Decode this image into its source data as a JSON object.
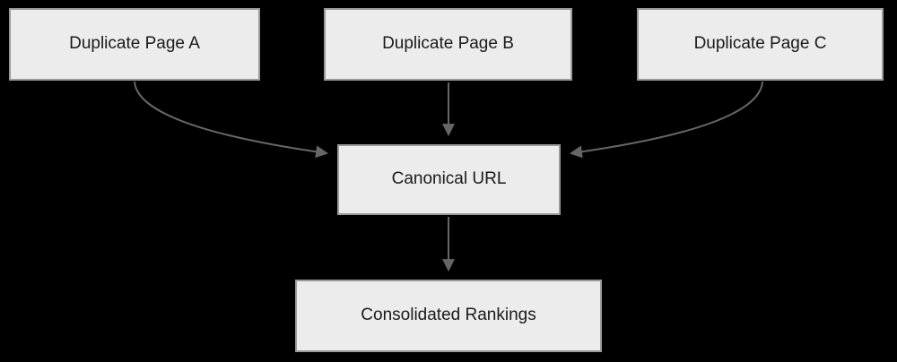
{
  "diagram": {
    "type": "flowchart",
    "direction": "top-down",
    "colors": {
      "background": "#000000",
      "node_fill": "#ececec",
      "node_border": "#9a9a9a",
      "edge": "#666666",
      "text": "#1a1a1a"
    },
    "nodes": [
      {
        "id": "A",
        "label": "Duplicate Page A"
      },
      {
        "id": "B",
        "label": "Duplicate Page B"
      },
      {
        "id": "C",
        "label": "Duplicate Page C"
      },
      {
        "id": "canonical",
        "label": "Canonical URL"
      },
      {
        "id": "rankings",
        "label": "Consolidated Rankings"
      }
    ],
    "edges": [
      {
        "from": "Duplicate Page A",
        "to": "Canonical URL",
        "style": "curved-arrow"
      },
      {
        "from": "Duplicate Page B",
        "to": "Canonical URL",
        "style": "straight-arrow"
      },
      {
        "from": "Duplicate Page C",
        "to": "Canonical URL",
        "style": "curved-arrow"
      },
      {
        "from": "Canonical URL",
        "to": "Consolidated Rankings",
        "style": "straight-arrow"
      }
    ]
  }
}
